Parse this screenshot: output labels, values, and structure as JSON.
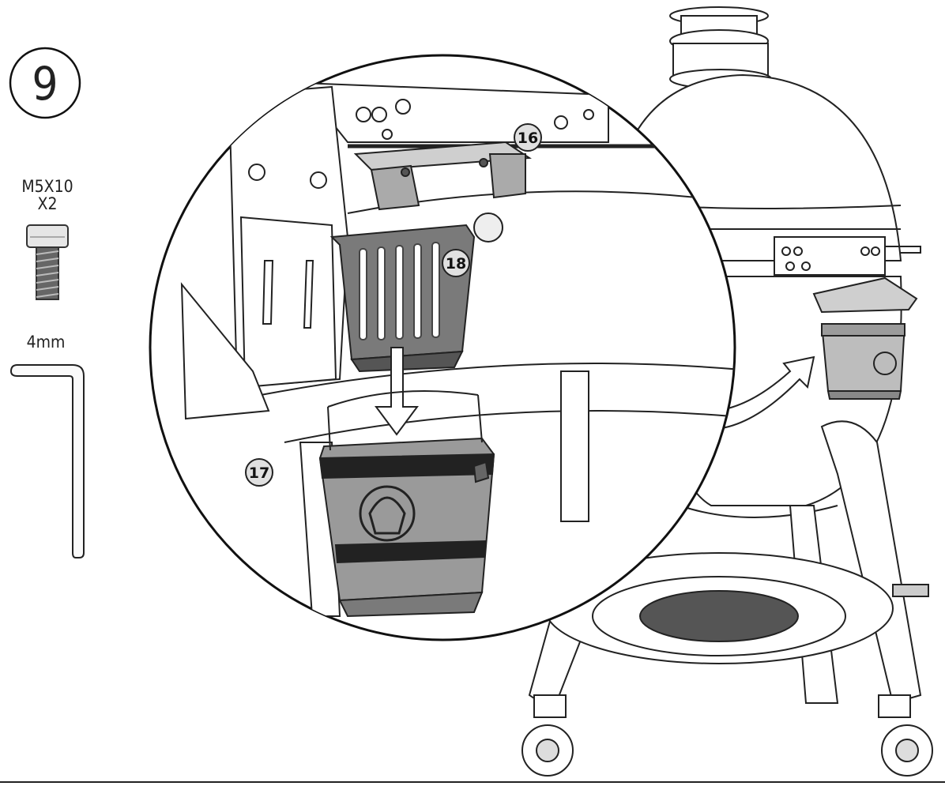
{
  "step": {
    "number": "9"
  },
  "hardware": {
    "screw_spec": "M5X10",
    "screw_qty": "X2",
    "wrench_size": "4mm"
  },
  "callouts": {
    "bracket": "16",
    "bucket": "17",
    "liner": "18"
  }
}
